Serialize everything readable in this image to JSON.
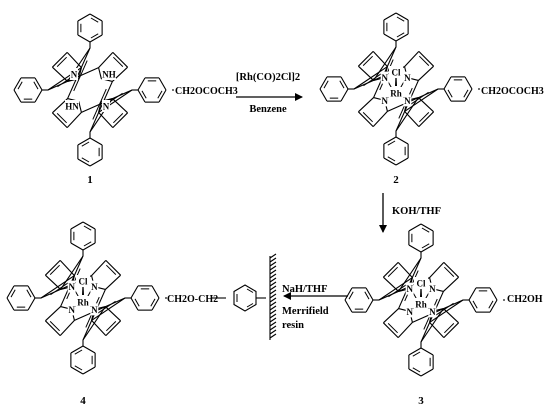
{
  "compounds": [
    {
      "number": "1",
      "substituent": "CH2OCOCH3",
      "metal": "",
      "axial": "",
      "inner_n_top": "NH",
      "inner_n_bottom": "HN"
    },
    {
      "number": "2",
      "substituent": "CH2OCOCH3",
      "metal": "Rh",
      "axial": "Cl",
      "n_label": "N"
    },
    {
      "number": "3",
      "substituent": "CH2OH",
      "metal": "Rh",
      "axial": "Cl",
      "n_label": "N"
    },
    {
      "number": "4",
      "substituent": "CH2O-CH2",
      "metal": "Rh",
      "axial": "Cl",
      "n_label": "N"
    }
  ],
  "reactions": [
    {
      "reagent_line1": "[Rh(CO)2Cl]2",
      "reagent_line2": "Benzene"
    },
    {
      "reagent_line1": "KOH/THF"
    },
    {
      "reagent_line1": "NaH/THF",
      "reagent_line2": "Merrifield",
      "reagent_line3": "resin"
    }
  ],
  "colors": {
    "ink": "#000000",
    "background": "#ffffff"
  }
}
